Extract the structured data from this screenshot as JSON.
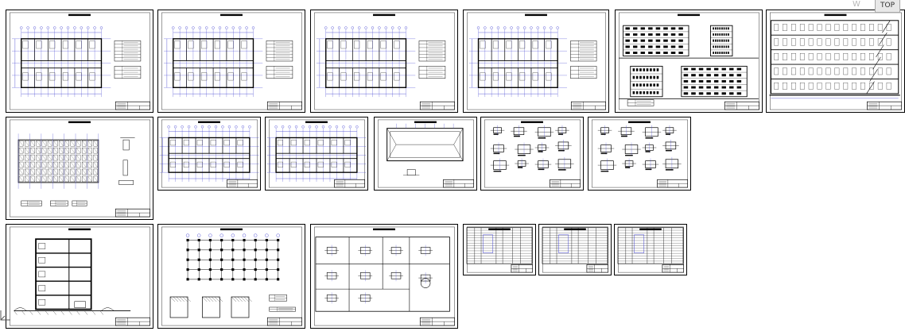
{
  "viewcube": {
    "label": "TOP",
    "compass": "W"
  },
  "colors": {
    "line": "#1a1aa6",
    "ink": "#000000",
    "dim": "#3b3bd0",
    "paper": "#ffffff"
  },
  "sheets": [
    {
      "kind": "floor-plan"
    },
    {
      "kind": "floor-plan"
    },
    {
      "kind": "floor-plan"
    },
    {
      "kind": "floor-plan"
    },
    {
      "kind": "elevations"
    },
    {
      "kind": "long-section"
    },
    {
      "kind": "facade-grid"
    },
    {
      "kind": "floor-plan"
    },
    {
      "kind": "floor-plan"
    },
    {
      "kind": "roof-plan"
    },
    {
      "kind": "details"
    },
    {
      "kind": "details"
    },
    {
      "kind": "section"
    },
    {
      "kind": "foundation-plan"
    },
    {
      "kind": "detail-grid"
    },
    {
      "kind": "schedule"
    },
    {
      "kind": "schedule"
    },
    {
      "kind": "schedule"
    }
  ]
}
